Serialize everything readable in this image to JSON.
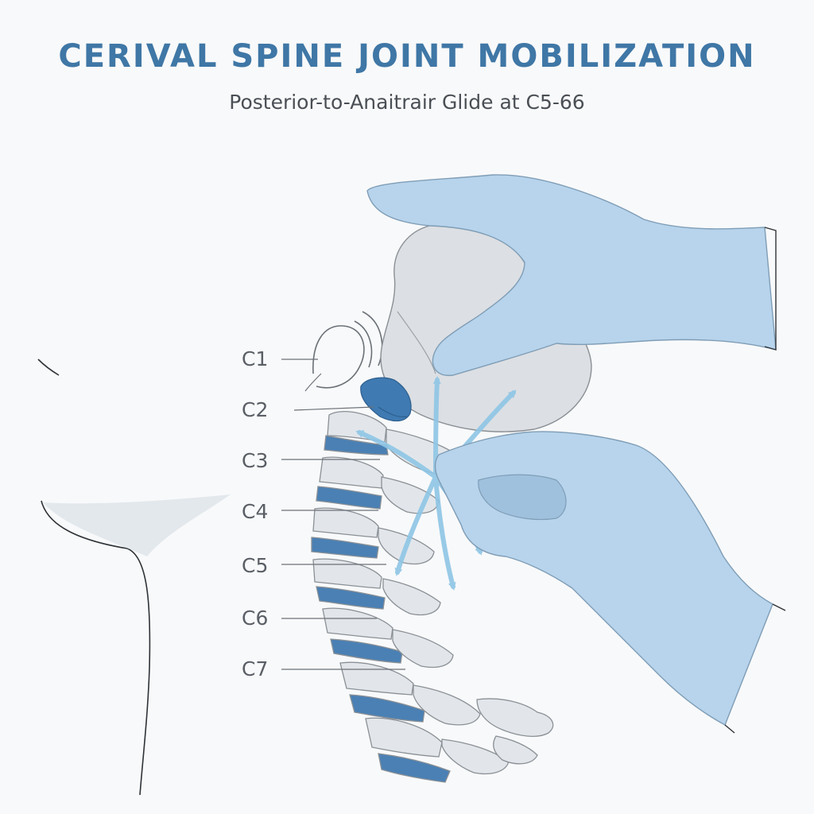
{
  "title": "CERIVAL SPINE JOINT MOBILIZATION",
  "subtitle": "Posterior-to-Anaitrair Glide at C5-66",
  "vertebra_labels": [
    "C1",
    "C2",
    "C3",
    "C4",
    "C5",
    "C6",
    "C7"
  ],
  "colors": {
    "title": "#3f77a6",
    "glove": "#b7d4ec",
    "disc": "#4a80b4",
    "bone": "#e2e6ea",
    "arrow": "#8ec6e6"
  }
}
